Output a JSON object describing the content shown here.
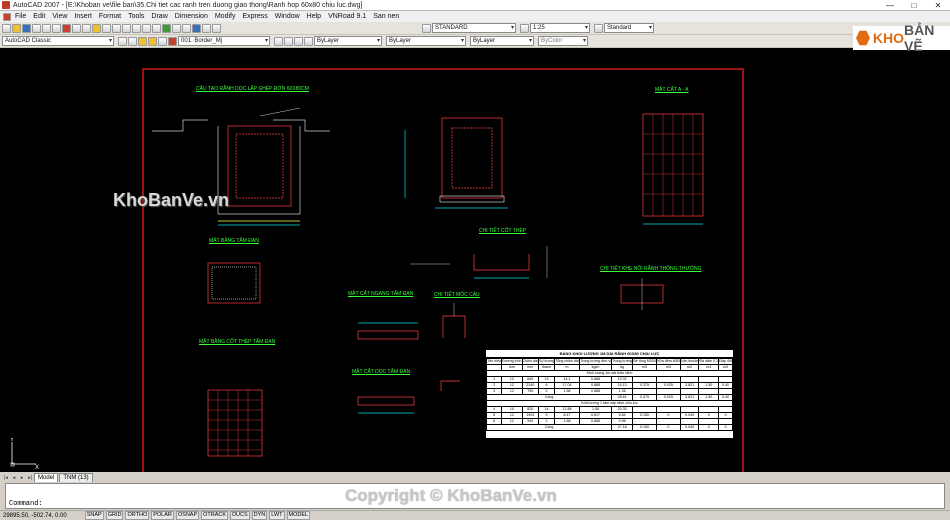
{
  "window": {
    "title": "AutoCAD 2007 - [E:\\Khoban ve\\file ban\\35.Chi tiet cac ranh tren duong giao thong\\Ranh hop 60x80 chiu luc.dwg]",
    "controls": [
      "—",
      "□",
      "✕"
    ]
  },
  "menu": [
    "File",
    "Edit",
    "View",
    "Insert",
    "Format",
    "Tools",
    "Draw",
    "Dimension",
    "Modify",
    "Express",
    "Window",
    "Help",
    "VNRoad 9.1",
    "San nen"
  ],
  "toolbar": {
    "text_style": "STANDARD",
    "dim_scale": "1:25",
    "dim_style": "Standard",
    "workspace": "AutoCAD Classic",
    "layer": "001. Border_Mj",
    "color": "ByLayer",
    "linetype": "ByLayer",
    "lineweight": "ByLayer",
    "plotstyle": "ByColor"
  },
  "brand": {
    "logo_text_a": "KHO",
    "logo_text_b": "BẢN VẼ",
    "watermark": "KhoBanVe.vn",
    "copyright": "Copyright © KhoBanVe.vn"
  },
  "drawing_titles": {
    "t1": "CẤU TẠO RÃNH DỌC LẮP GHÉP ĐƠN 60X80CM",
    "t2": "MẶT CẮT A - A",
    "t3": "MẶT BẰNG TẤM ĐAN",
    "t4": "CHI TIẾT CỐT THÉP",
    "t5": "MẶT CẮT NGANG TẤM ĐAN",
    "t6": "CHI TIẾT MÓC CẨU",
    "t7": "CHI TIẾT KHE NỐI RÃNH THÔNG THƯỜNG",
    "t8": "MẶT BẰNG CỐT THÉP TẤM ĐAN",
    "t9": "MẶT CẮT DỌC TẤM ĐAN"
  },
  "table": {
    "title": "BẢNG KHỐI LƯỢNG 1M DÀI RÃNH 60X80 CHỊU LỰC",
    "headers": [
      "Tên hiệu",
      "Đường kính",
      "Chiều dài",
      "Số lượng",
      "Tổng chiều dài",
      "Trọng lượng đơn vị",
      "Trọng lượng",
      "Bê tông M300",
      "Vữa đệm M50",
      "Ván khuôn",
      "Đá dăm 0,1",
      "Đập 4/6"
    ],
    "units": [
      "",
      "mm",
      "mm",
      "thanh",
      "m",
      "kg/m",
      "kg",
      "m3",
      "m3",
      "m2",
      "m3",
      "m3"
    ],
    "section1": "Khối lượng 1m dài thân rãnh",
    "rows1": [
      [
        "1",
        "12",
        "840",
        "13",
        "14.1",
        "0.888",
        "12.02",
        "",
        "",
        "",
        "",
        ""
      ],
      [
        "2",
        "12",
        "2340",
        "6",
        "17.04",
        "0.888",
        "15.13",
        "0.375",
        "0.025",
        "3.821",
        "1.50",
        "0.40"
      ],
      [
        "3",
        "12",
        "790",
        "2",
        "1.58",
        "0.888",
        "1.36",
        "",
        "",
        "",
        "",
        ""
      ]
    ],
    "sum1": [
      "Cộng",
      "28.61",
      "0.375",
      "0.025",
      "3.821",
      "1.50",
      "0.40"
    ],
    "section2": "Khối lượng 1 tấm nắp rãnh chịu lực",
    "rows2": [
      [
        "4",
        "10",
        "820",
        "14",
        "12.88",
        "1.58",
        "20.35",
        "",
        "",
        "",
        "",
        ""
      ],
      [
        "5",
        "12",
        "1904",
        "9",
        "8.47",
        "0.617",
        "5.84",
        "0.150",
        "0",
        "0.040",
        "0",
        "0"
      ],
      [
        "6",
        "12",
        "940",
        "2",
        "1.88",
        "0.888",
        "0.98",
        "",
        "",
        "",
        "",
        ""
      ]
    ],
    "sum2": [
      "Cộng",
      "27.18",
      "0.150",
      "0",
      "0.040",
      "0",
      "0"
    ]
  },
  "axis": {
    "y": "Y",
    "x": "X"
  },
  "tabs": [
    "Model",
    "TNM (13)"
  ],
  "command": {
    "prompt": "Command:"
  },
  "status": {
    "coords": "29895.50, -502.74, 0.00",
    "buttons": [
      "SNAP",
      "GRID",
      "ORTHO",
      "POLAR",
      "OSNAP",
      "OTRACK",
      "DUCS",
      "DYN",
      "LWT",
      "MODEL"
    ]
  }
}
